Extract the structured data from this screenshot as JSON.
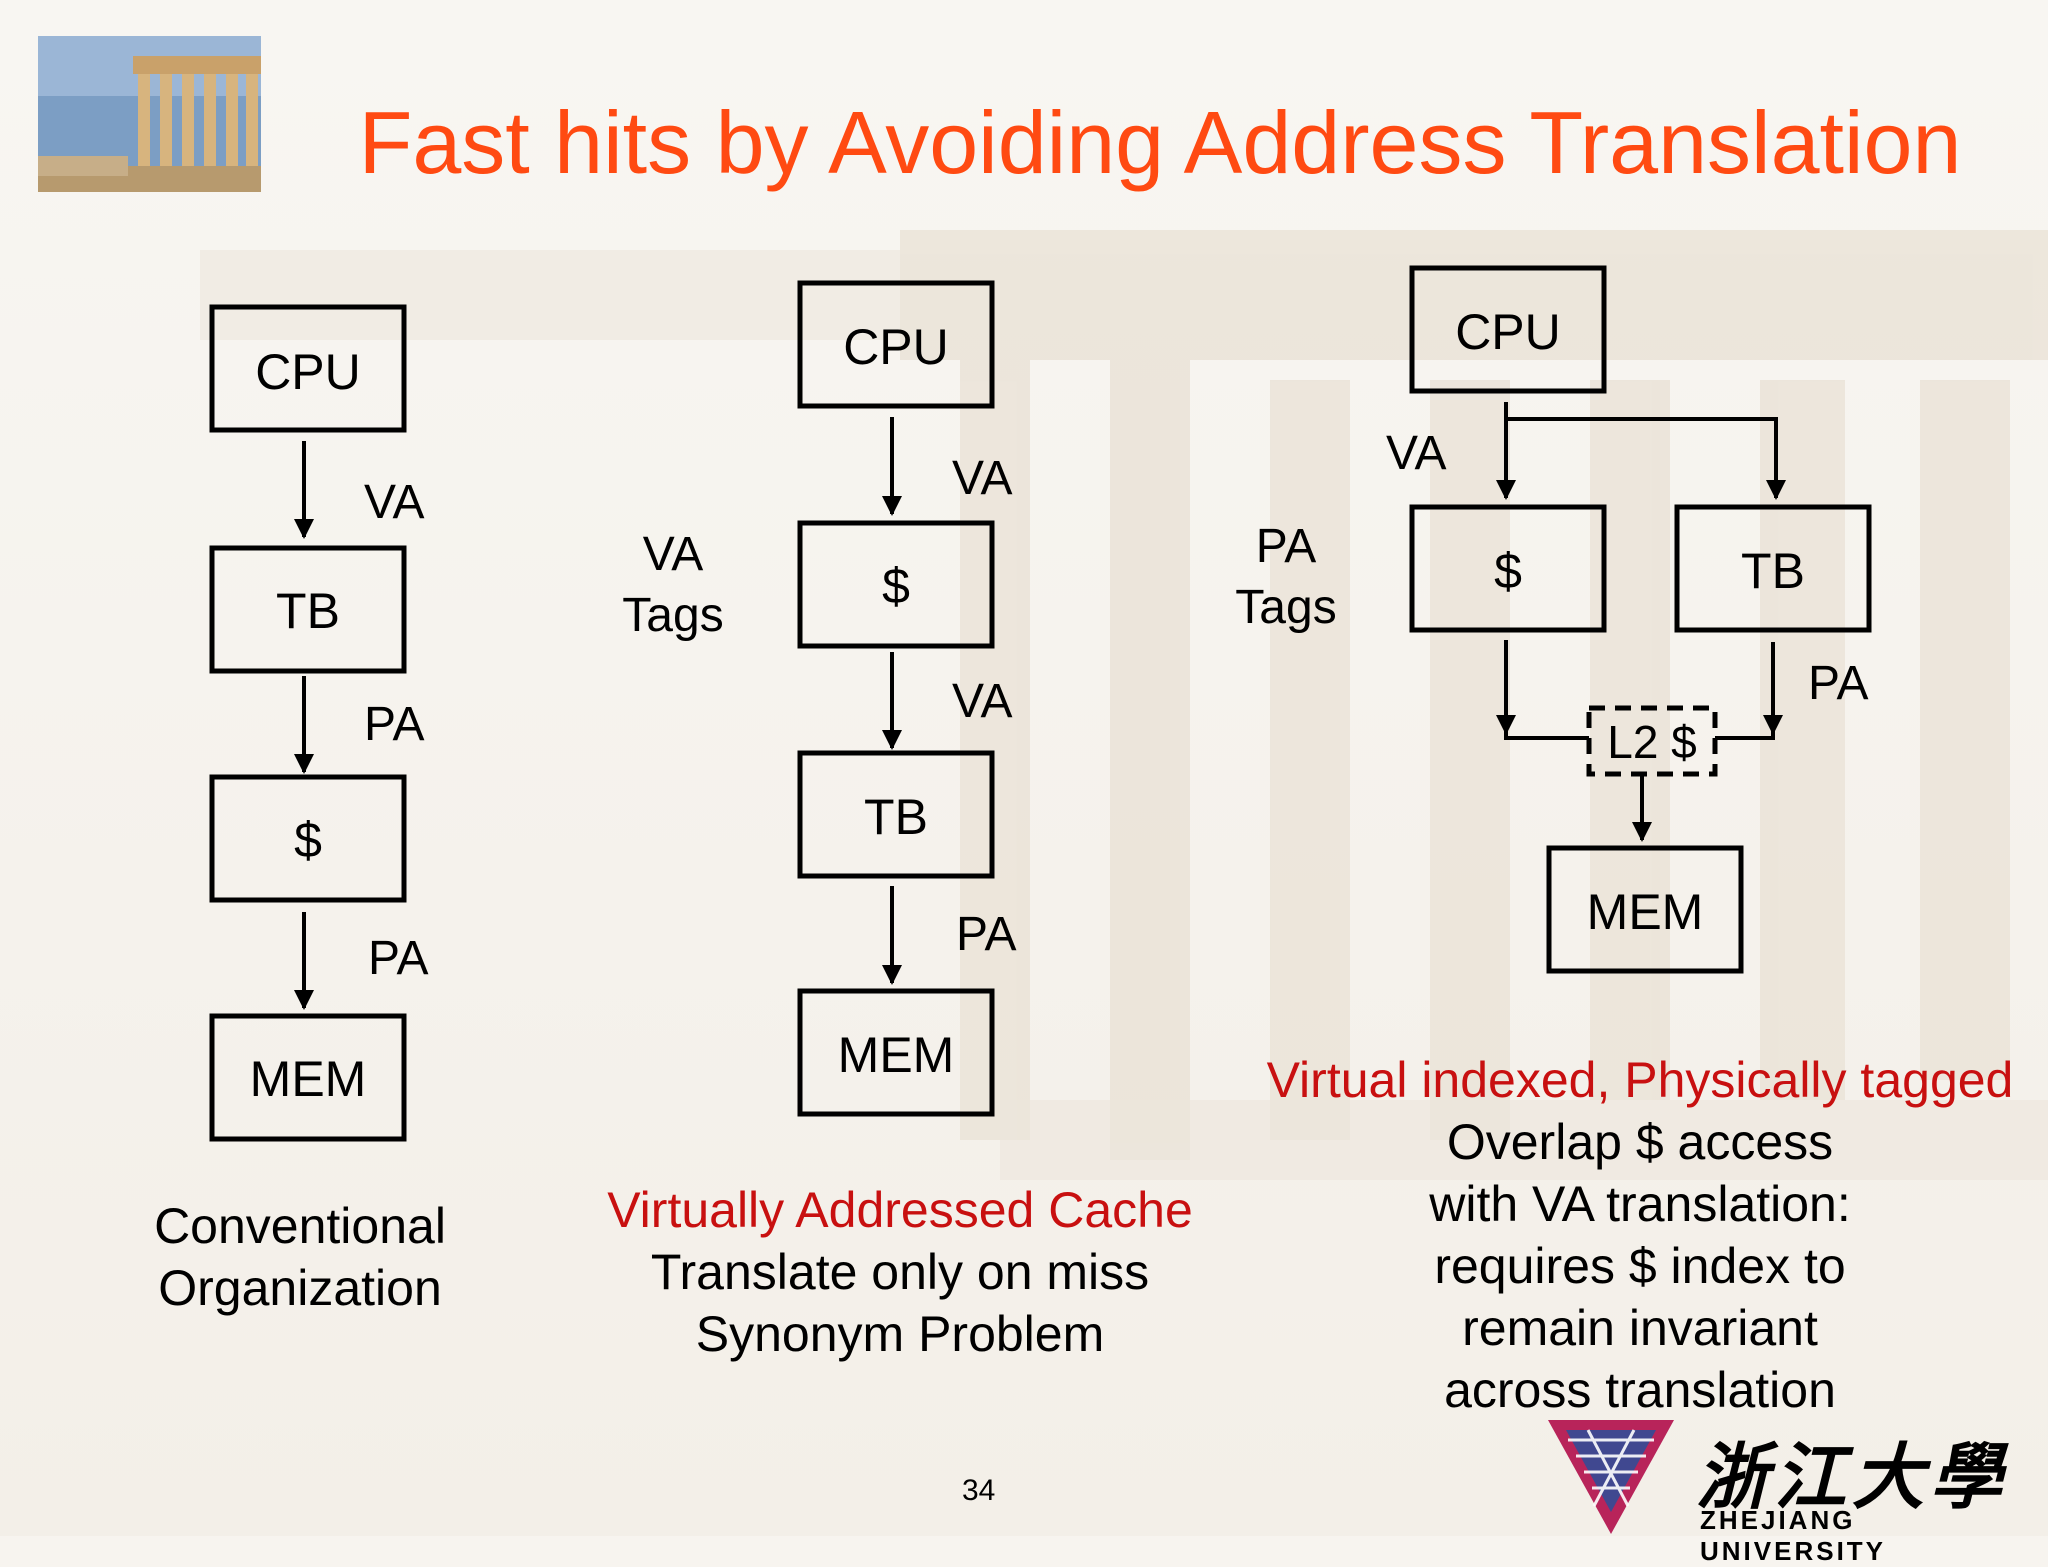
{
  "slide": {
    "title": "Fast hits by Avoiding Address Translation",
    "page_number": "34"
  },
  "diagram_conventional": {
    "boxes": [
      "CPU",
      "TB",
      "$",
      "MEM"
    ],
    "arrow_labels": [
      "VA",
      "PA",
      "PA"
    ],
    "caption_lines": [
      "Conventional",
      "Organization"
    ]
  },
  "diagram_virtual_cache": {
    "boxes": [
      "CPU",
      "$",
      "TB",
      "MEM"
    ],
    "arrow_labels": [
      "VA",
      "VA",
      "PA"
    ],
    "side_label": [
      "VA",
      "Tags"
    ],
    "caption_red": "Virtually Addressed Cache",
    "caption_lines": [
      "Translate only on miss",
      "Synonym Problem"
    ]
  },
  "diagram_vipt": {
    "boxes": {
      "cpu": "CPU",
      "cache": "$",
      "tb": "TB",
      "l2": "L2 $",
      "mem": "MEM"
    },
    "labels": {
      "va": "VA",
      "pa": "PA"
    },
    "side_label": [
      "PA",
      "Tags"
    ],
    "caption_red": "Virtual indexed, Physically tagged",
    "caption_lines": [
      "Overlap $ access",
      "with VA translation:",
      "requires $ index to",
      "remain invariant",
      "across translation"
    ]
  },
  "logo": {
    "name_cn": "浙江大學",
    "name_en": "ZHEJIANG UNIVERSITY"
  },
  "colors": {
    "title": "#ff4a12",
    "caption_highlight": "#c81010"
  }
}
